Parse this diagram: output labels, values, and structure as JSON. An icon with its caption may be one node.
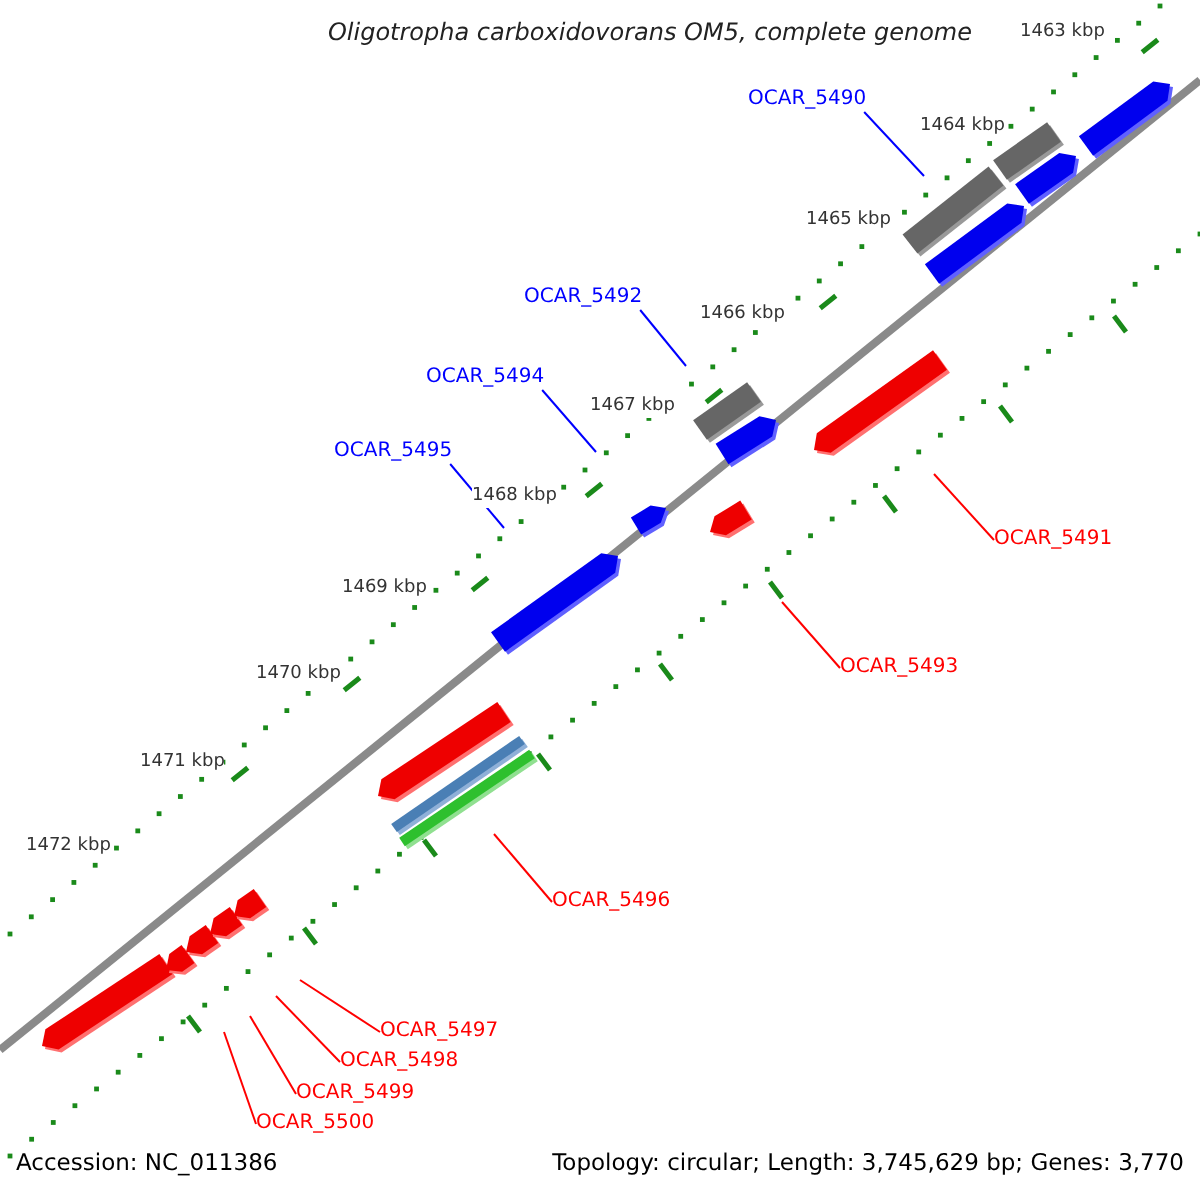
{
  "diagram": {
    "title": "Oligotropha carboxidovorans OM5, complete genome",
    "nodes": [
      {
        "text": [
          "OCAR_5490"
        ]
      },
      {
        "text": [
          "OCAR_5492"
        ]
      },
      {
        "text": [
          "OCAR_5494"
        ]
      },
      {
        "text": [
          "OCAR_5495"
        ]
      },
      {
        "text": [
          "OCAR_5491"
        ]
      },
      {
        "text": [
          "OCAR_5493"
        ]
      },
      {
        "text": [
          "OCAR_5496"
        ]
      },
      {
        "text": [
          "OCAR_5497"
        ]
      },
      {
        "text": [
          "OCAR_5498"
        ]
      },
      {
        "text": [
          "OCAR_5499"
        ]
      },
      {
        "text": [
          "OCAR_5500"
        ]
      }
    ],
    "edges": [
      {
        "from": 0,
        "to": null,
        "arrow": "none",
        "color": "#0000ff"
      },
      {
        "from": 1,
        "to": null,
        "arrow": "none",
        "color": "#0000ff"
      },
      {
        "from": 2,
        "to": null,
        "arrow": "none",
        "color": "#0000ff"
      },
      {
        "from": 3,
        "to": null,
        "arrow": "none",
        "color": "#0000ff"
      },
      {
        "from": 4,
        "to": null,
        "arrow": "none"
      },
      {
        "from": 5,
        "to": null,
        "arrow": "none"
      },
      {
        "from": 6,
        "to": null,
        "arrow": "none"
      },
      {
        "from": 7,
        "to": null,
        "arrow": "none"
      },
      {
        "from": 8,
        "to": null,
        "arrow": "none"
      },
      {
        "from": 9,
        "to": null,
        "arrow": "none"
      },
      {
        "from": 10,
        "to": null,
        "arrow": "none"
      }
    ],
    "labels": [
      "1463 kbp",
      "1464 kbp",
      "1465 kbp",
      "1466 kbp",
      "1467 kbp",
      "1468 kbp",
      "1469 kbp",
      "1470 kbp",
      "1471 kbp",
      "1472 kbp",
      "Accession: NC_011386",
      "Topology: circular; Length: 3,745,629 bp; Genes: 3,770"
    ]
  }
}
